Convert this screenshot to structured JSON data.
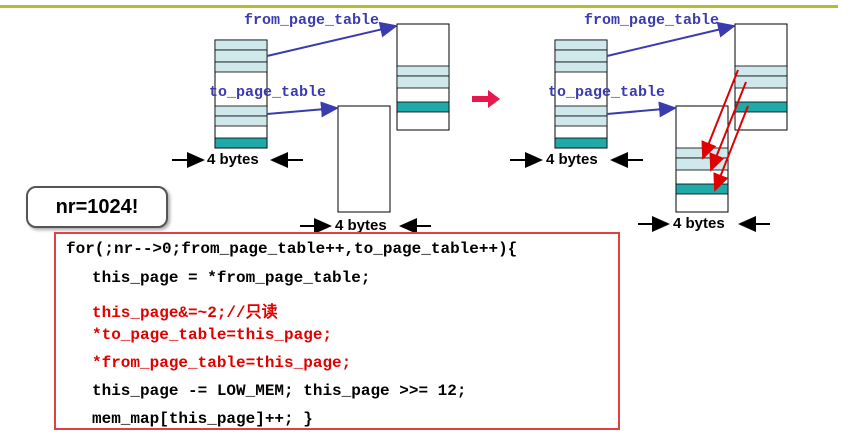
{
  "colors": {
    "accent_line": "#b5bd2c",
    "label_blue": "#3b3bb0",
    "highlight_red": "#e00000",
    "page_fill": "#cfe8ec",
    "pte_fill": "#1fa9a9",
    "transition_arrow": "#e8174d"
  },
  "diagram": {
    "left": {
      "from_label": "from_page_table",
      "to_label": "to_page_table",
      "bytes_top": "4 bytes",
      "bytes_bottom": "4 bytes"
    },
    "right": {
      "from_label": "from_page_table",
      "to_label": "to_page_table",
      "bytes_top": "4 bytes",
      "bytes_bottom": "4 bytes"
    }
  },
  "callout": {
    "text": "nr=1024!"
  },
  "code": {
    "lines": [
      "for(;nr-->0;from_page_table++,to_page_table++){",
      "this_page = *from_page_table;",
      "this_page&=~2;//只读",
      "*to_page_table=this_page;",
      "*from_page_table=this_page;",
      "this_page -= LOW_MEM; this_page >>= 12;",
      "mem_map[this_page]++; }"
    ]
  }
}
